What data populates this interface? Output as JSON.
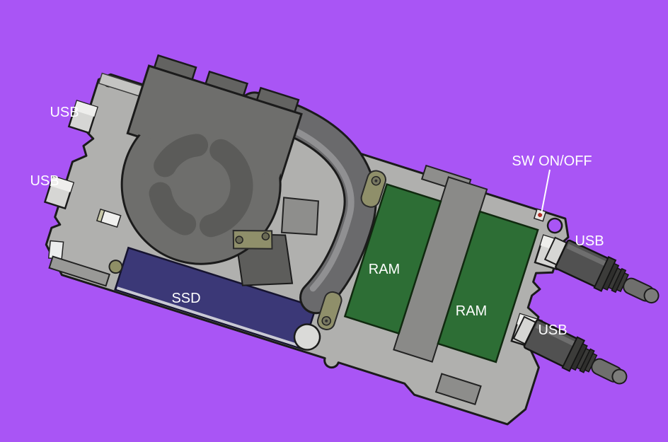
{
  "palette": {
    "background": "#a955f5",
    "board": "#b0b0ae",
    "board_outline": "#1b1b1b",
    "fan_housing": "#6e6e6c",
    "fan_vent": "#5b5b59",
    "heat_pipe": "#6a6a6c",
    "ram_green": "#2d6e35",
    "ssd_navy": "#3b3877",
    "bracket_khaki": "#8f8f6a",
    "plug_dark": "#515151",
    "port_silver": "#d6d6d4",
    "switch_dot_red": "#b03028",
    "label_text": "#ffffff"
  },
  "labels": {
    "usb_top_left": "USB",
    "usb_mid_left": "USB",
    "sw_on_off": "SW ON/OFF",
    "usb_right_upper": "USB",
    "usb_right_lower": "USB",
    "ram_left": "RAM",
    "ram_right": "RAM",
    "ssd": "SSD"
  }
}
